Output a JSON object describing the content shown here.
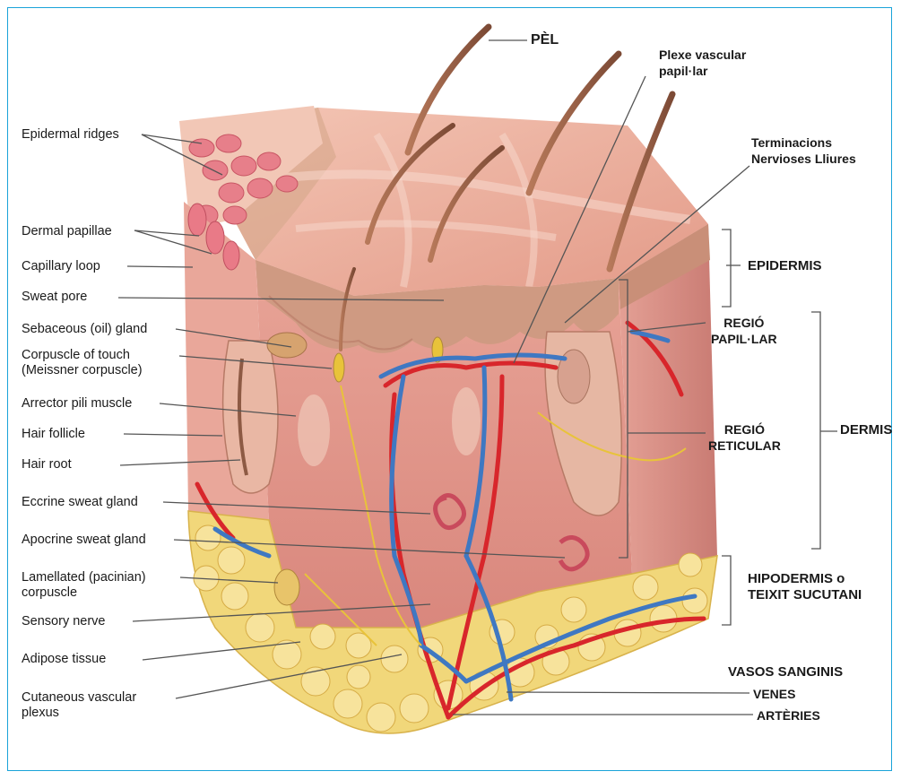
{
  "labels_left": [
    "Epidermal ridges",
    "Dermal papillae",
    "Capillary loop",
    "Sweat pore",
    "Sebaceous (oil) gland",
    "Corpuscle of touch\n(Meissner corpuscle)",
    "Arrector pili muscle",
    "Hair follicle",
    "Hair root",
    "Eccrine sweat gland",
    "Apocrine sweat gland",
    "Lamellated (pacinian)\ncorpuscle",
    "Sensory nerve",
    "Adipose tissue",
    "Cutaneous vascular\nplexus"
  ],
  "labels_top": {
    "hair": "PÈL",
    "plexus": "Plexe vascular\npapil·lar",
    "nerve_endings": "Terminacions\nNervioses Lliures"
  },
  "layers": {
    "epidermis": "EPIDERMIS",
    "papillary": "REGIÓ\nPAPIL·LAR",
    "reticular": "REGIÓ\nRETICULAR",
    "dermis": "DERMIS",
    "hypodermis": "HIPODERMIS o\nTEIXIT SUCUTANI"
  },
  "vessels": {
    "title": "VASOS SANGINIS",
    "veins": "VENES",
    "arteries": "ARTÈRIES"
  },
  "colors": {
    "frame": "#1aa3d9",
    "skin": "#f2b8a8",
    "dermis": "#e9a096",
    "fat": "#f1d77a",
    "artery": "#d8262b",
    "vein": "#3f78c2",
    "nerve": "#e8c33a",
    "hair": "#a8684a"
  }
}
